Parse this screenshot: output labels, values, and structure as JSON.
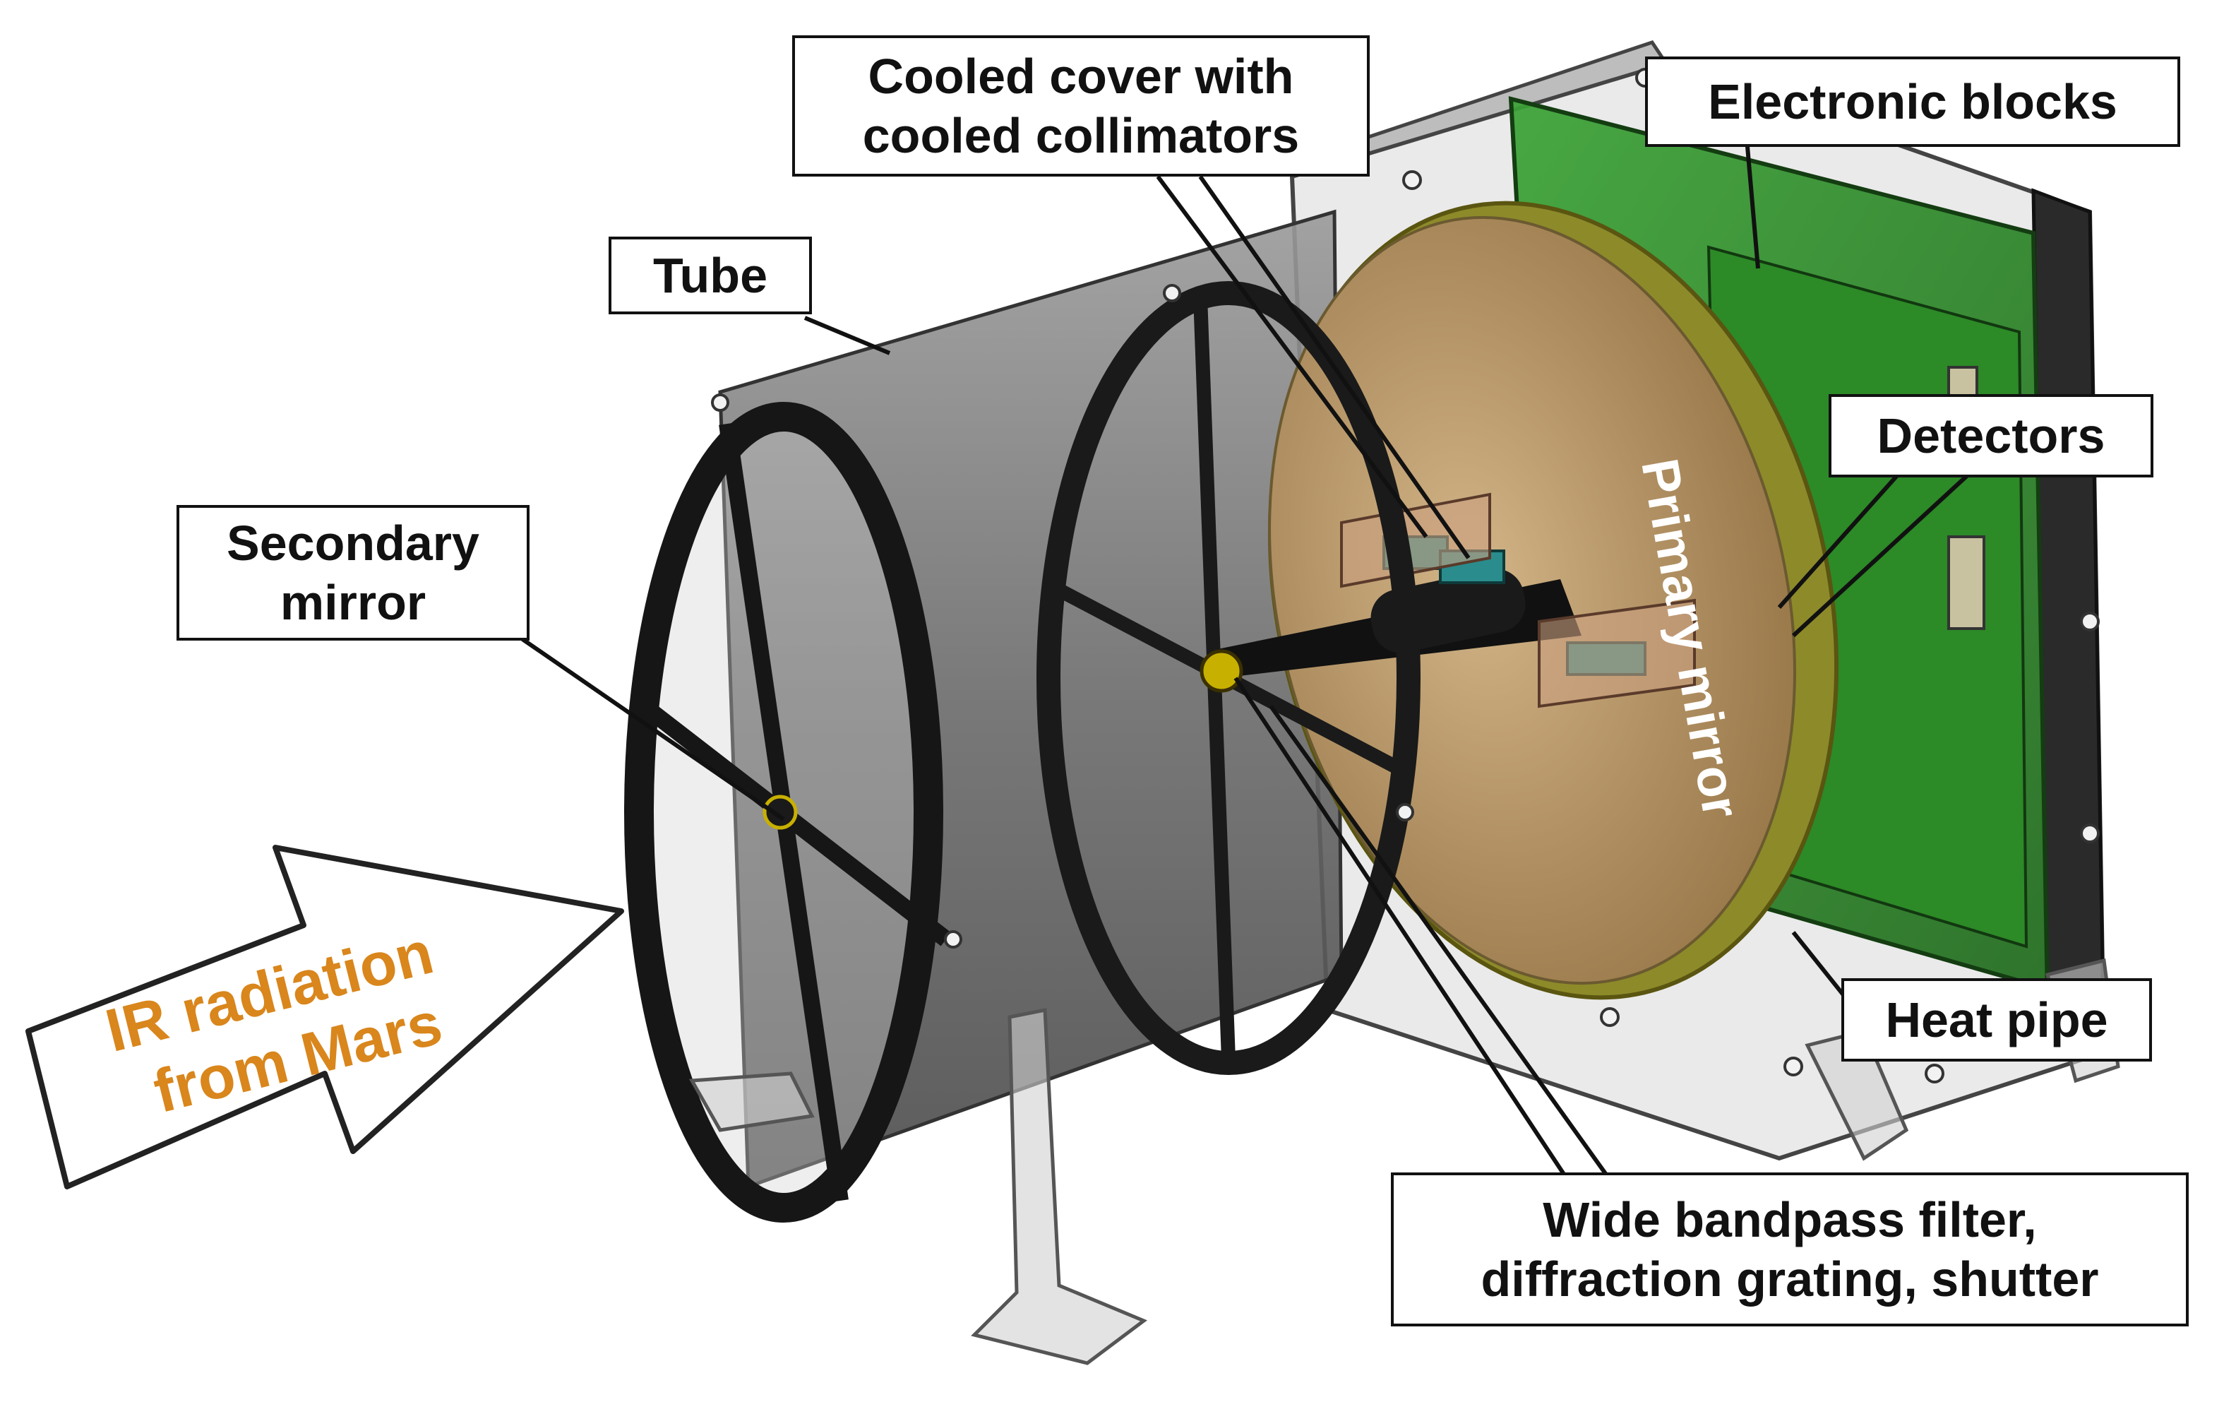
{
  "labels": {
    "cooled_cover": "Cooled cover with\ncooled collimators",
    "electronic_blocks": "Electronic blocks",
    "tube": "Tube",
    "detectors": "Detectors",
    "secondary_mirror": "Secondary\nmirror",
    "primary_mirror": "Primary mirror",
    "ir_line1": "IR radiation",
    "ir_line2": "from Mars",
    "heat_pipe": "Heat pipe",
    "filter": "Wide bandpass filter,\ndiffraction grating, shutter"
  },
  "colors": {
    "ir_text": "#d9861c",
    "primary_mirror": "#b89868",
    "mirror_rim": "#8d8a2a",
    "electronics": "#2f8f2a",
    "tube": "#6e6e6e",
    "ring": "#1a1a1a"
  }
}
